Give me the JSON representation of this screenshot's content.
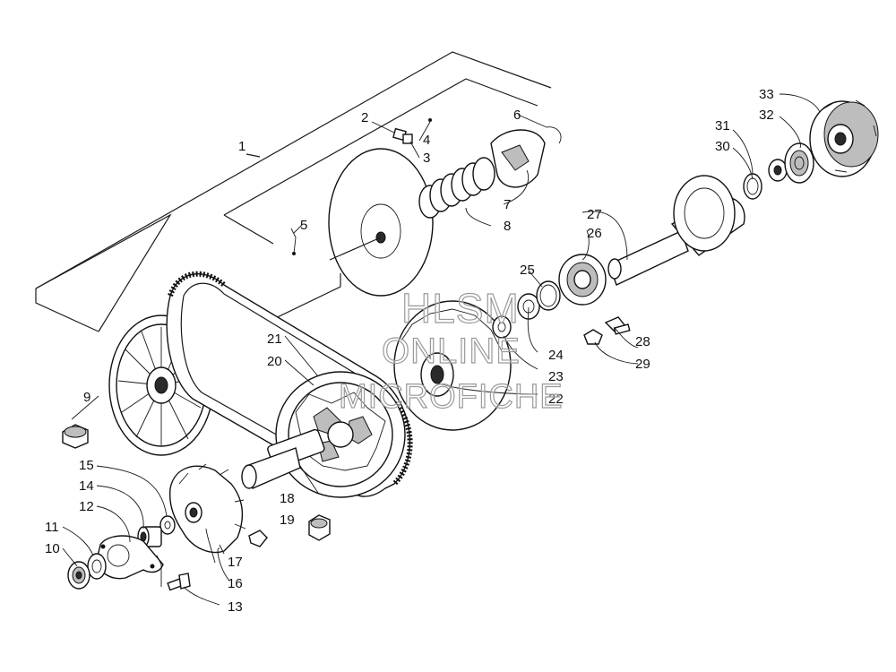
{
  "watermark": {
    "line1": "HLSM",
    "line2": "ONLINE",
    "line3": "MICROFICHE"
  },
  "callouts": [
    "1",
    "2",
    "3",
    "4",
    "5",
    "6",
    "7",
    "8",
    "9",
    "10",
    "11",
    "12",
    "13",
    "14",
    "15",
    "16",
    "17",
    "18",
    "19",
    "20",
    "21",
    "22",
    "23",
    "24",
    "25",
    "26",
    "27",
    "28",
    "29",
    "30",
    "31",
    "32",
    "33"
  ]
}
